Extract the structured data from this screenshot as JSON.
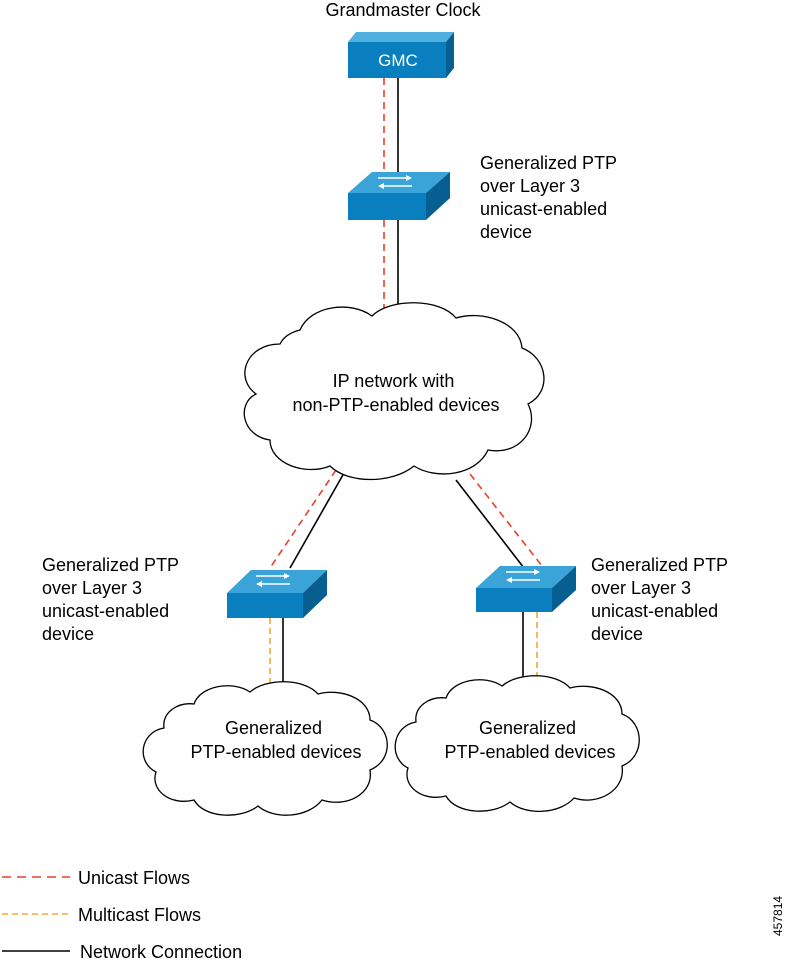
{
  "diagram": {
    "top_label": "Grandmaster Clock",
    "gmc": {
      "label": "GMC"
    },
    "top_switch_label": [
      "Generalized PTP",
      "over Layer 3",
      "unicast-enabled",
      "device"
    ],
    "ip_cloud_label": [
      "IP network with",
      "non-PTP-enabled devices"
    ],
    "left_switch_label": [
      "Generalized PTP",
      "over Layer 3",
      "unicast-enabled",
      "device"
    ],
    "right_switch_label": [
      "Generalized PTP",
      "over Layer 3",
      "unicast-enabled",
      "device"
    ],
    "left_cloud_label": [
      "Generalized",
      "PTP-enabled devices"
    ],
    "right_cloud_label": [
      "Generalized",
      "PTP-enabled devices"
    ]
  },
  "legend": {
    "unicast": "Unicast Flows",
    "multicast": "Multicast Flows",
    "network": "Network Connection"
  },
  "figure_id": "457814",
  "colors": {
    "device_blue": "#0a7fbf",
    "device_blue_top": "#4fb0e0",
    "device_blue_side": "#075f91",
    "unicast": "#e8402a",
    "multicast": "#f0a830",
    "network": "#000000"
  }
}
